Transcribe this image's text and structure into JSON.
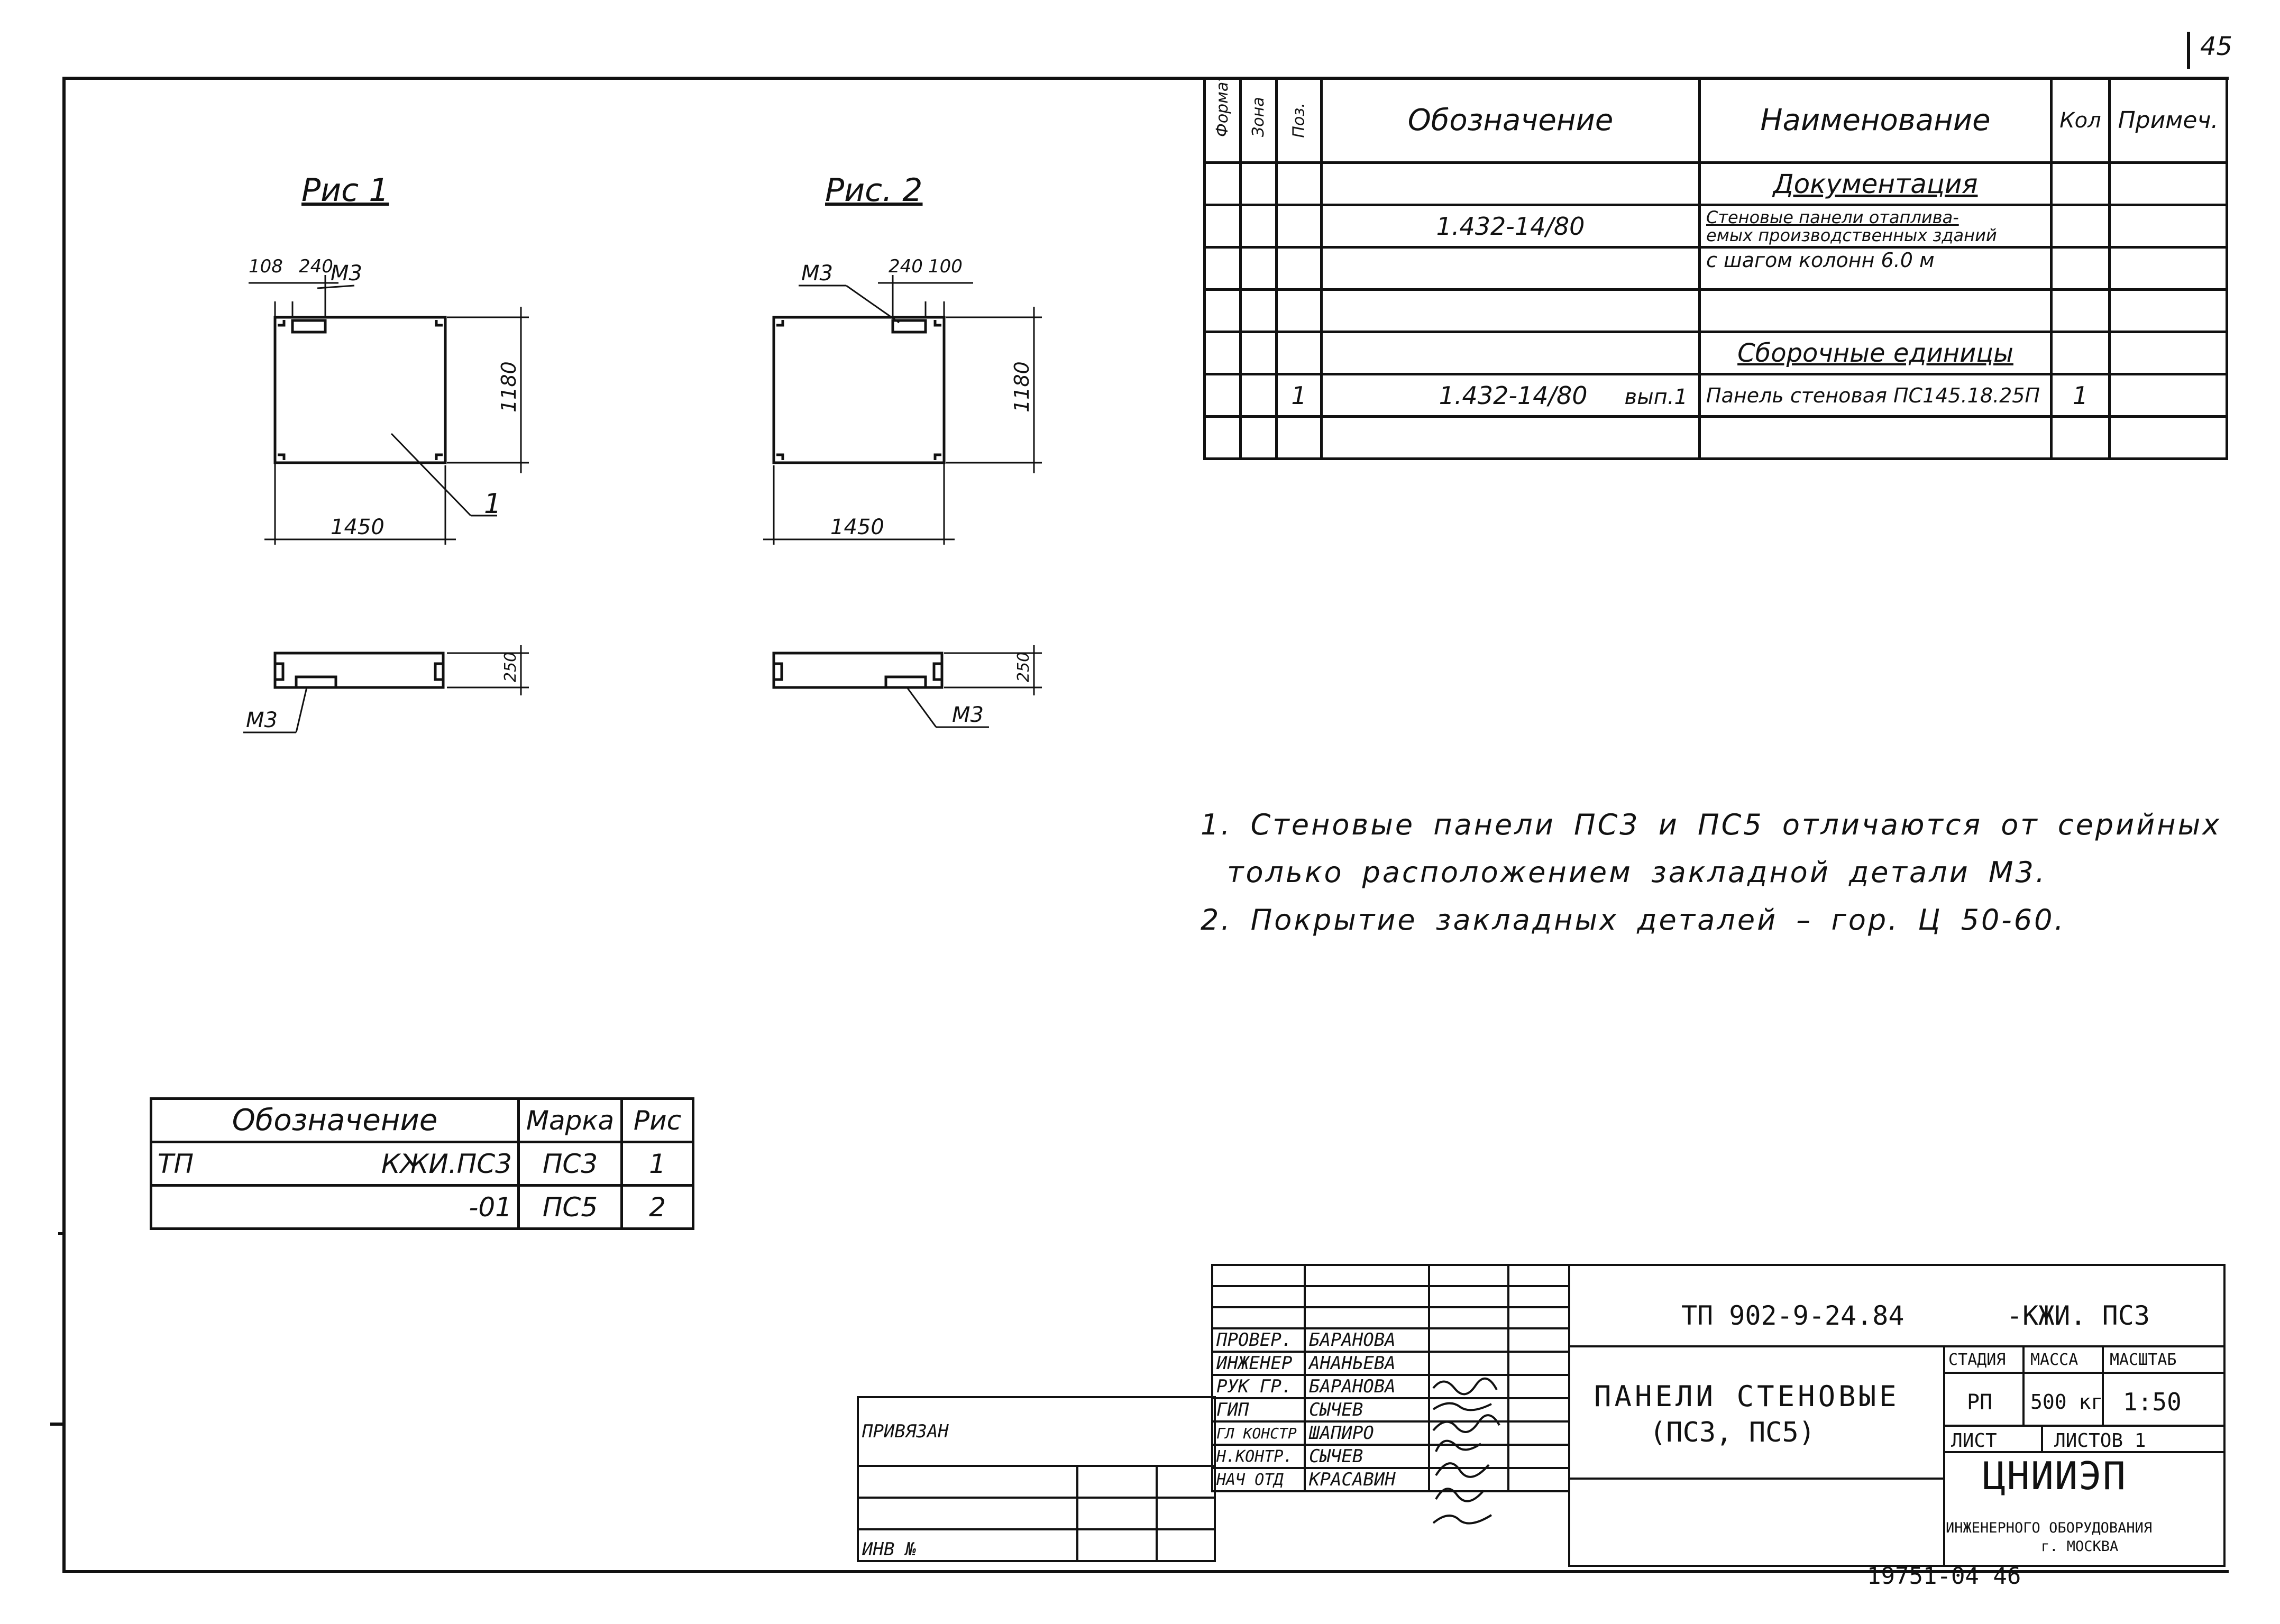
{
  "page_number": "45",
  "sheet_code": "19751-04  46",
  "figures": {
    "fig1_title": "Рис 1",
    "fig2_title": "Рис. 2",
    "fig1_dims": {
      "a": "108",
      "b": "240",
      "height": "1180",
      "width": "1450",
      "thickness": "250"
    },
    "fig2_dims": {
      "a": "240",
      "b": "100",
      "height": "1180",
      "width": "1450",
      "thickness": "250"
    },
    "embed_label": "М3",
    "pos_label": "1"
  },
  "spec": {
    "headers": {
      "format": "Формат",
      "zone": "Зона",
      "pos": "Поз.",
      "designation": "Обозначение",
      "name": "Наименование",
      "qty": "Кол",
      "note": "Примеч."
    },
    "section_docs": "Документация",
    "doc_designation": "1.432-14/80",
    "doc_name_1": "Стеновые панели отаплива-",
    "doc_name_2": "емых производственных зданий",
    "doc_name_3": "с шагом колонн 6.0 м",
    "section_assemblies": "Сборочные единицы",
    "item_pos": "1",
    "item_designation": "1.432-14/80",
    "item_issue": "вып.1",
    "item_name": "Панель стеновая ПС145.18.25П",
    "item_qty": "1"
  },
  "notes": [
    "1. Стеновые панели ПС3 и ПС5 отличаются от серийных",
    "только расположением закладной детали М3.",
    "2. Покрытие закладных деталей – гор. Ц 50-60."
  ],
  "marks_table": {
    "headers": [
      "Обозначение",
      "Марка",
      "Рис"
    ],
    "rows": [
      {
        "prefix": "ТП",
        "designation": "КЖИ.ПС3",
        "mark": "ПС3",
        "fig": "1"
      },
      {
        "prefix": "",
        "designation": "-01",
        "mark": "ПС5",
        "fig": "2"
      }
    ]
  },
  "title_block": {
    "doc_code": "ТП 902-9-24.84",
    "doc_suffix": "-КЖИ. ПС3",
    "title_1": "ПАНЕЛИ СТЕНОВЫЕ",
    "title_2": "(ПС3, ПС5)",
    "stage_label": "СТАДИЯ",
    "mass_label": "МАССА",
    "scale_label": "МАСШТАБ",
    "stage": "РП",
    "mass": "500 кг",
    "scale": "1:50",
    "sheet_label": "ЛИСТ",
    "sheets_label": "ЛИСТОВ 1",
    "org_name": "ЦНИИЭП",
    "org_sub": "ИНЖЕНЕРНОГО ОБОРУДОВАНИЯ",
    "org_city": "г. МОСКВА",
    "bound_label": "ПРИВЯЗАН",
    "inv_label": "ИНВ №",
    "roles": [
      {
        "role": "ПРОВЕР.",
        "person": "БАРАНОВА"
      },
      {
        "role": "ИНЖЕНЕР",
        "person": "АНАНЬЕВА"
      },
      {
        "role": "РУК ГР.",
        "person": "БАРАНОВА"
      },
      {
        "role": "ГИП",
        "person": "СЫЧЕВ"
      },
      {
        "role": "ГЛ КОНСТР",
        "person": "ШАПИРО"
      },
      {
        "role": "Н.КОНТР.",
        "person": "СЫЧЕВ"
      },
      {
        "role": "НАЧ ОТД",
        "person": "КРАСАВИН"
      }
    ]
  }
}
